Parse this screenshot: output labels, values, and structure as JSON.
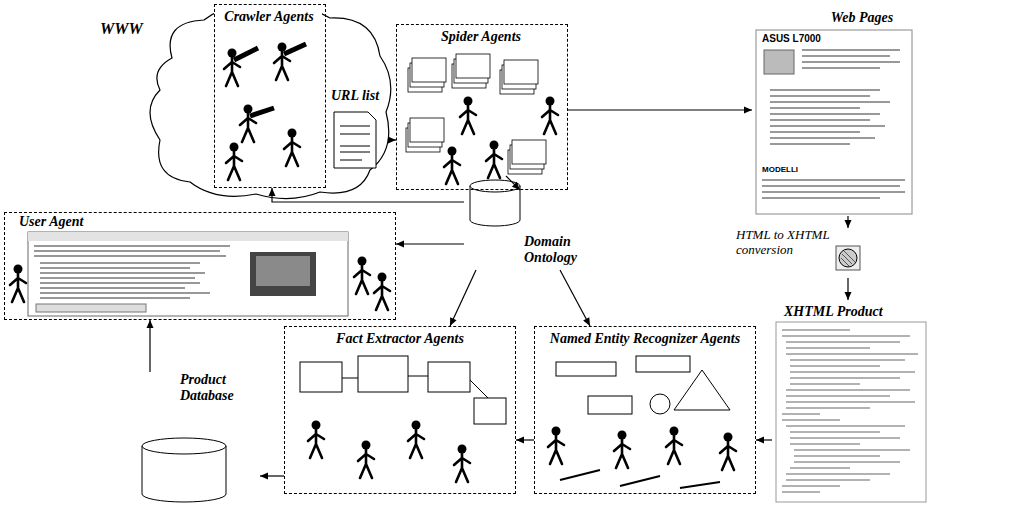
{
  "diagram": {
    "nodes": [
      {
        "text": [
          "Crawler Agents"
        ]
      },
      {
        "text": [
          "URL list"
        ]
      },
      {
        "text": [
          "Spider Agents"
        ]
      },
      {
        "text": [
          "Web Pages"
        ]
      },
      {
        "text": [
          "HTML to XHTML conversion"
        ]
      },
      {
        "text": [
          "XHTML Product"
        ]
      },
      {
        "text": [
          "Named Entity Recognizer Agents"
        ]
      },
      {
        "text": [
          "Fact Extractor Agents"
        ]
      },
      {
        "text": [
          "Product Database"
        ]
      },
      {
        "text": [
          "User Agent"
        ]
      },
      {
        "text": [
          "Domain Ontology"
        ]
      }
    ],
    "edges": [
      {
        "from": 0,
        "to": 1,
        "arrow": "none"
      },
      {
        "from": 1,
        "to": 2,
        "arrow": "to"
      },
      {
        "from": 2,
        "to": 3,
        "arrow": "to"
      },
      {
        "from": 3,
        "to": 4,
        "arrow": "to"
      },
      {
        "from": 4,
        "to": 5,
        "arrow": "to"
      },
      {
        "from": 5,
        "to": 6,
        "arrow": "to"
      },
      {
        "from": 6,
        "to": 7,
        "arrow": "to"
      },
      {
        "from": 7,
        "to": 8,
        "arrow": "to"
      },
      {
        "from": 8,
        "to": 9,
        "arrow": "to"
      },
      {
        "from": 10,
        "to": 9,
        "arrow": "to"
      },
      {
        "from": 10,
        "to": 0,
        "arrow": "to"
      },
      {
        "from": 10,
        "to": 2,
        "arrow": "to"
      },
      {
        "from": 10,
        "to": 7,
        "arrow": "to"
      },
      {
        "from": 10,
        "to": 6,
        "arrow": "to"
      }
    ],
    "labels": [
      "WWW",
      "ASUS L7000",
      "MODELLI"
    ]
  }
}
